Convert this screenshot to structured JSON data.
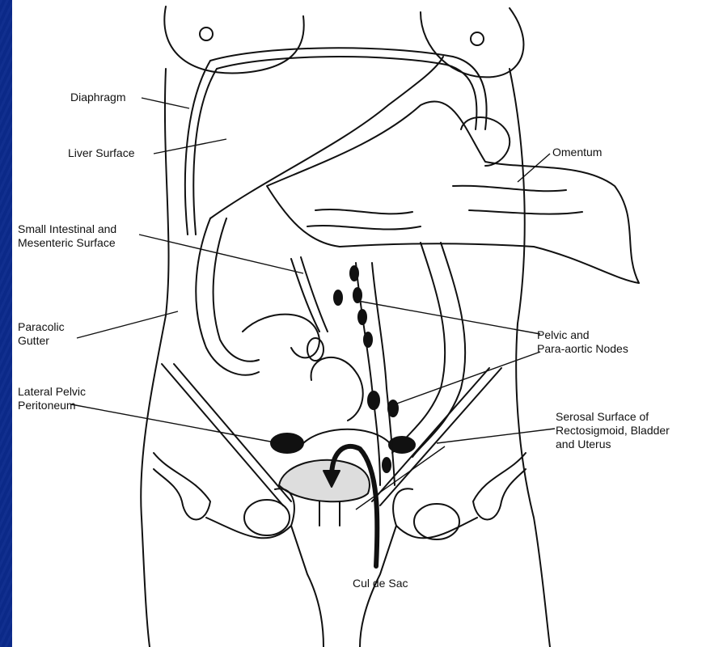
{
  "labels": {
    "diaphragm": "Diaphragm",
    "liver_surface": "Liver Surface",
    "omentum": "Omentum",
    "small_intestinal": "Small Intestinal and\nMesenteric Surface",
    "paracolic": "Paracolic\nGutter",
    "pelvic_nodes": "Pelvic and\nPara-aortic Nodes",
    "lateral_pelvic": "Lateral Pelvic\nPeritoneum",
    "serosal": "Serosal Surface of\nRectosigmoid, Bladder\nand Uterus",
    "cul_de_sac": "Cul de Sac"
  },
  "colors": {
    "background": "#0b2a8c",
    "panel": "#ffffff",
    "ink": "#111111"
  }
}
